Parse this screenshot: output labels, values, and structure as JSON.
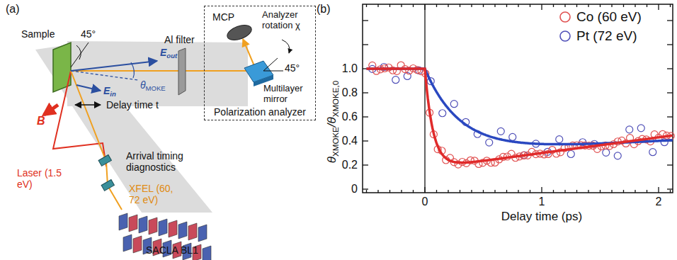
{
  "diagram": {
    "nodes": [
      {
        "text": [
          "Polarization analyzer"
        ]
      }
    ],
    "labels": [
      "(a)",
      "Sample",
      "45°",
      "E",
      "out",
      "θ",
      "MOKE",
      "E",
      "in",
      "Delay time t",
      "B",
      "Arrival timing diagnostics",
      "Laser (1.5 eV)",
      "XFEL (60, 72 eV)",
      "SACLA BL1",
      "Al filter",
      "MCP",
      "Analyzer rotation χ",
      "45°",
      "Multilayer mirror",
      "(b)",
      "θ",
      "XMOKE",
      "/θ",
      "XMOKE,0",
      "0",
      "0.2",
      "0.4",
      "0.6",
      "0.8",
      "1.0",
      "0",
      "1",
      "2",
      "Delay time (ps)"
    ],
    "legend": [
      {
        "text": "Co (60 eV)"
      },
      {
        "text": "Pt (72 eV)"
      }
    ]
  }
}
